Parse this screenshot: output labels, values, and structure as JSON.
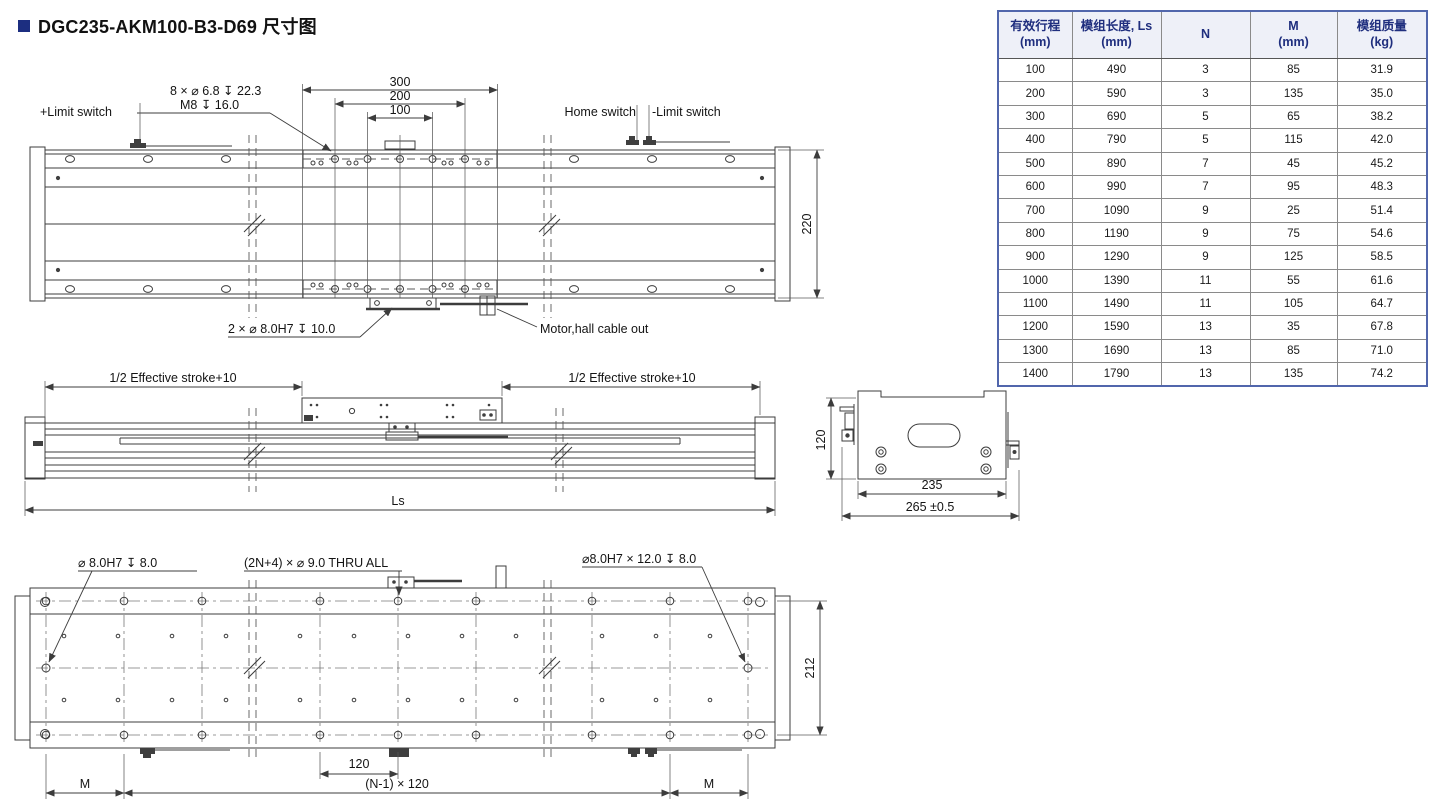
{
  "title": {
    "text": "DGC235-AKM100-B3-D69 尺寸图"
  },
  "colors": {
    "accent_navy": "#1c2e80",
    "table_border": "#5166ac",
    "table_header_bg": "#eef0f8",
    "table_header_text": "#1f2e7e",
    "line": "#3c3c3c"
  },
  "table": {
    "headers": [
      {
        "l1": "有效行程",
        "l2": "(mm)"
      },
      {
        "l1": "模组长度, Ls",
        "l2": "(mm)"
      },
      {
        "l1": "N",
        "l2": ""
      },
      {
        "l1": "M",
        "l2": "(mm)"
      },
      {
        "l1": "模组质量",
        "l2": "(kg)"
      }
    ],
    "rows": [
      [
        "100",
        "490",
        "3",
        "85",
        "31.9"
      ],
      [
        "200",
        "590",
        "3",
        "135",
        "35.0"
      ],
      [
        "300",
        "690",
        "5",
        "65",
        "38.2"
      ],
      [
        "400",
        "790",
        "5",
        "115",
        "42.0"
      ],
      [
        "500",
        "890",
        "7",
        "45",
        "45.2"
      ],
      [
        "600",
        "990",
        "7",
        "95",
        "48.3"
      ],
      [
        "700",
        "1090",
        "9",
        "25",
        "51.4"
      ],
      [
        "800",
        "1190",
        "9",
        "75",
        "54.6"
      ],
      [
        "900",
        "1290",
        "9",
        "125",
        "58.5"
      ],
      [
        "1000",
        "1390",
        "11",
        "55",
        "61.6"
      ],
      [
        "1100",
        "1490",
        "11",
        "105",
        "64.7"
      ],
      [
        "1200",
        "1590",
        "13",
        "35",
        "67.8"
      ],
      [
        "1300",
        "1690",
        "13",
        "85",
        "71.0"
      ],
      [
        "1400",
        "1790",
        "13",
        "135",
        "74.2"
      ]
    ]
  },
  "top_view": {
    "counterbore_note_1": "8 × ⌀ 6.8 ↧ 22.3",
    "counterbore_note_2": "M8 ↧ 16.0",
    "plus_limit_switch": "+Limit switch",
    "home_switch": "Home switch",
    "minus_limit_switch": "-Limit switch",
    "dim_300": "300",
    "dim_200": "200",
    "dim_100": "100",
    "dim_220": "220",
    "dowel_note": "2 × ⌀ 8.0H7 ↧ 10.0",
    "cable_note": "Motor,hall cable out"
  },
  "side_view": {
    "half_stroke_left": "1/2 Effective stroke+10",
    "half_stroke_right": "1/2 Effective stroke+10",
    "dim_ls": "Ls"
  },
  "end_view": {
    "dim_120": "120",
    "dim_235": "235",
    "dim_265": "265 ±0.5"
  },
  "bottom_view": {
    "dowel_left_note": "⌀ 8.0H7 ↧ 8.0",
    "thru_note": "(2N+4) × ⌀ 9.0 THRU ALL",
    "dowel_right_note": "⌀8.0H7 × 12.0 ↧ 8.0",
    "dim_212": "212",
    "dim_120": "120",
    "pitch_note": "(N-1) × 120",
    "dim_m_left": "M",
    "dim_m_right": "M"
  }
}
